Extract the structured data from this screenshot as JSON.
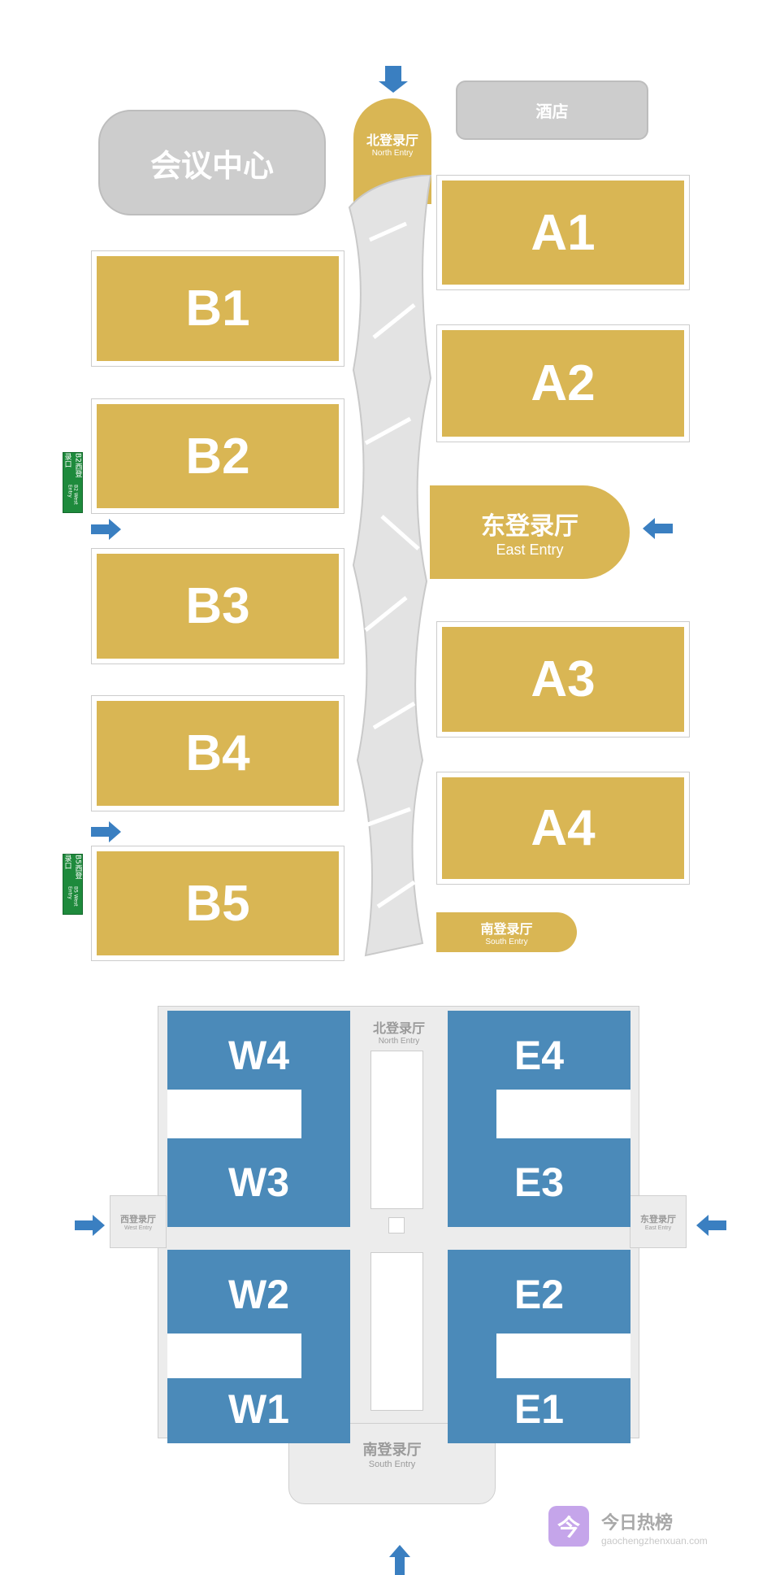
{
  "top_map": {
    "conference_center": "会议中心",
    "hotel": "酒店",
    "north_entry": {
      "cn": "北登录厅",
      "en": "North Entry"
    },
    "east_entry": {
      "cn": "东登录厅",
      "en": "East Entry"
    },
    "south_entry": {
      "cn": "南登录厅",
      "en": "South Entry"
    },
    "halls_a": [
      "A1",
      "A2",
      "A3",
      "A4"
    ],
    "halls_b": [
      "B1",
      "B2",
      "B3",
      "B4",
      "B5"
    ],
    "west_signs": [
      {
        "cn": "B2西登录口",
        "en": "B2 West Entry"
      },
      {
        "cn": "B5西登录口",
        "en": "B5 West Entry"
      }
    ],
    "hall_color": "#d9b654"
  },
  "bottom_map": {
    "north_entry": {
      "cn": "北登录厅",
      "en": "North Entry"
    },
    "south_entry": {
      "cn": "南登录厅",
      "en": "South Entry"
    },
    "west_entry": {
      "cn": "西登录厅",
      "en": "West Entry"
    },
    "east_entry": {
      "cn": "东登录厅",
      "en": "East Entry"
    },
    "halls_w": [
      "W4",
      "W3",
      "W2",
      "W1"
    ],
    "halls_e": [
      "E4",
      "E3",
      "E2",
      "E1"
    ],
    "hall_color": "#4b8ab9"
  },
  "arrow_color": "#3a7fc1",
  "watermark": {
    "icon": "今",
    "name": "今日热榜",
    "url": "gaochengzhenxuan.com"
  }
}
